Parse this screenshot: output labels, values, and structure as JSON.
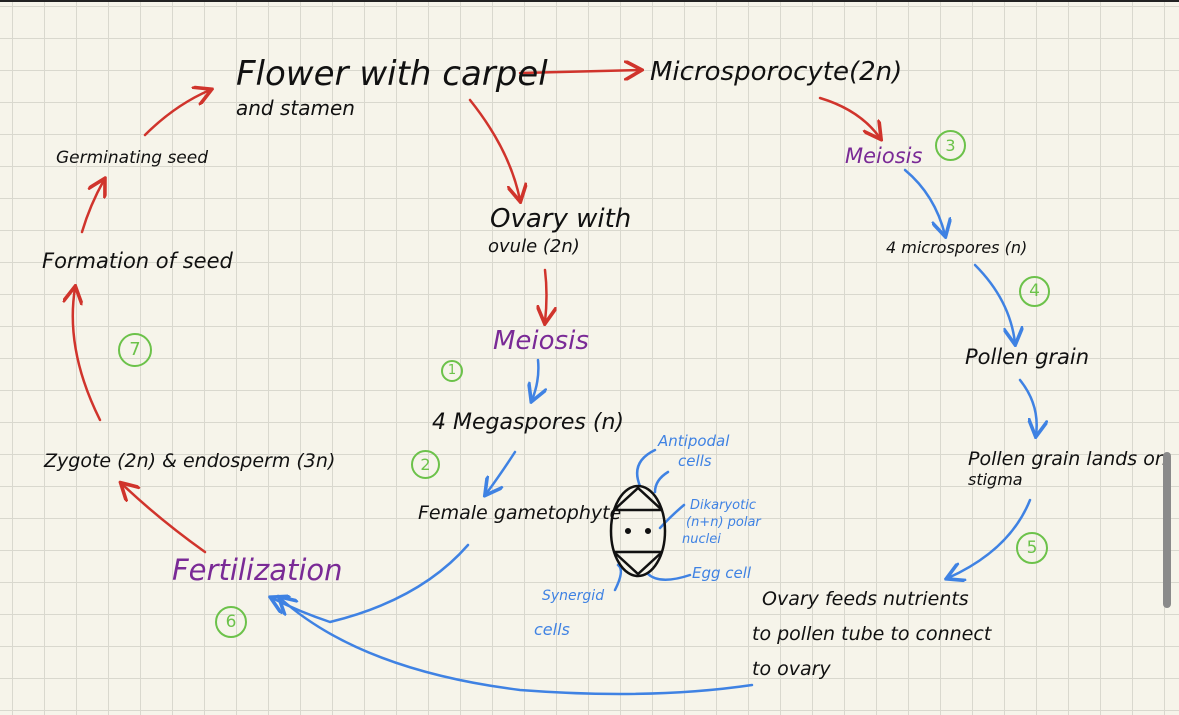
{
  "colors": {
    "red_arrow": "#d0342c",
    "blue_arrow": "#3f82e3",
    "purple_text": "#7a2a96",
    "green_step": "#6cc24a",
    "grid": "#d9d8ce",
    "background": "#f6f4ea"
  },
  "nodes": {
    "flower_line1": "Flower with carpel",
    "flower_line2": "and stamen",
    "microsporocyte": "Microsporocyte(2n)",
    "meiosis_right": "Meiosis",
    "four_microspores": "4 microspores (n)",
    "pollen_grain": "Pollen grain",
    "pollen_lands_line1": "Pollen grain lands on",
    "pollen_lands_line2": "stigma",
    "ovary_feeds_line1": "Ovary feeds nutrients",
    "ovary_feeds_line2": "to pollen tube to connect",
    "ovary_feeds_line3": "to ovary",
    "ovary_line1": "Ovary with",
    "ovary_line2": "ovule (2n)",
    "meiosis_center": "Meiosis",
    "four_megaspores": "4 Megaspores (n)",
    "female_gametophyte": "Female gametophyte",
    "fertilization": "Fertilization",
    "zygote": "Zygote (2n) & endosperm (3n)",
    "formation_seed": "Formation of seed",
    "germinating_seed": "Germinating seed"
  },
  "embryo_sac_labels": {
    "antipodal_line1": "Antipodal",
    "antipodal_line2": "cells",
    "dikaryotic_line1": "Dikaryotic",
    "dikaryotic_line2": "(n+n) polar",
    "dikaryotic_line3": "nuclei",
    "egg_cell": "Egg cell",
    "synergid_line1": "Synergid",
    "synergid_line2": "cells"
  },
  "steps": {
    "step1": "1",
    "step2": "2",
    "step3": "3",
    "step4": "4",
    "step5": "5",
    "step6": "6",
    "step7": "7"
  }
}
